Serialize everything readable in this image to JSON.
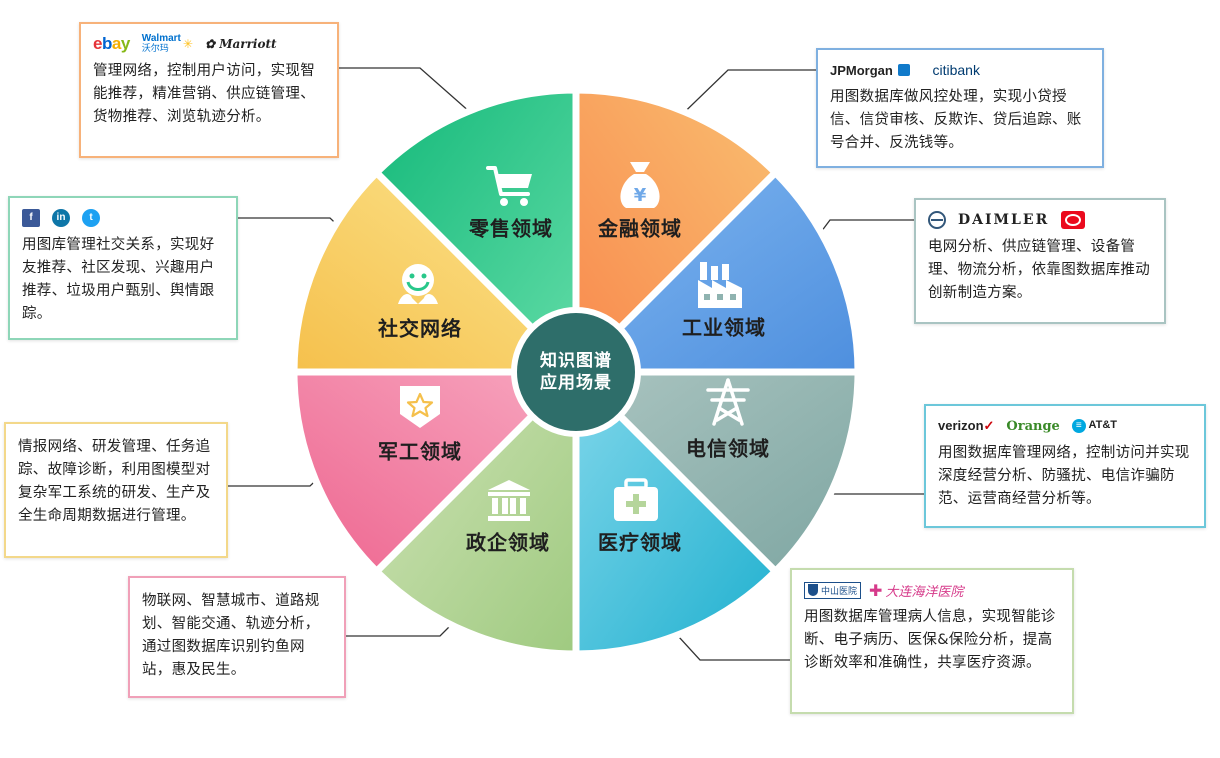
{
  "center": {
    "line1": "知识图谱",
    "line2": "应用场景"
  },
  "segments": [
    {
      "key": "retail",
      "label": "零售领域",
      "icon": "shopping-cart-icon",
      "color": "#f7a45c"
    },
    {
      "key": "finance",
      "label": "金融领域",
      "icon": "money-bag-icon",
      "color": "#6fa8e8"
    },
    {
      "key": "industry",
      "label": "工业领域",
      "icon": "factory-icon",
      "color": "#8fb3b0"
    },
    {
      "key": "telecom",
      "label": "电信领域",
      "icon": "transmission-tower-icon",
      "color": "#3cbad6"
    },
    {
      "key": "medical",
      "label": "医疗领域",
      "icon": "first-aid-kit-icon",
      "color": "#b5d59b"
    },
    {
      "key": "government",
      "label": "政企领域",
      "icon": "government-building-icon",
      "color": "#f17ea0"
    },
    {
      "key": "military",
      "label": "军工领域",
      "icon": "star-badge-icon",
      "color": "#f7d06e"
    },
    {
      "key": "social",
      "label": "社交网络",
      "icon": "people-icon",
      "color": "#28c78a"
    }
  ],
  "boxes": {
    "retail": {
      "logos": [
        "ebay",
        "Walmart",
        "沃尔玛",
        "Marriott"
      ],
      "text": "管理网络，控制用户访问，实现智能推荐，精准营销、供应链管理、货物推荐、浏览轨迹分析。",
      "border": "#f7b27a"
    },
    "finance": {
      "logos": [
        "JPMorgan",
        "citibank"
      ],
      "text": "用图数据库做风控处理，实现小贷授信、信贷审核、反欺诈、贷后追踪、账号合并、反洗钱等。",
      "border": "#7fb0e0"
    },
    "industry": {
      "logos": [
        "DAIMLER"
      ],
      "text": "电网分析、供应链管理、设备管理、物流分析，依靠图数据库推动创新制造方案。",
      "border": "#a9c4c2"
    },
    "telecom": {
      "logos": [
        "verizon",
        "Orange",
        "AT&T"
      ],
      "text": "用图数据库管理网络，控制访问并实现深度经营分析、防骚扰、电信诈骗防范、运营商经营分析等。",
      "border": "#6cc7da"
    },
    "medical": {
      "logos": [
        "中山医院",
        "大连海洋医院"
      ],
      "text": "用图数据库管理病人信息，实现智能诊断、电子病历、医保&保险分析，提高诊断效率和准确性，共享医疗资源。",
      "border": "#c5dcae"
    },
    "government": {
      "logos": [],
      "text": "物联网、智慧城市、道路规划、智能交通、轨迹分析，通过图数据库识别钓鱼网站，惠及民生。",
      "border": "#f0a0b8"
    },
    "military": {
      "logos": [],
      "text": "情报网络、研发管理、任务追踪、故障诊断，利用图模型对复杂军工系统的研发、生产及全生命周期数据进行管理。",
      "border": "#f3d88a"
    },
    "social": {
      "logos": [
        "f",
        "in",
        "t"
      ],
      "text": "用图库管理社交关系，实现好友推荐、社区发现、兴趣用户推荐、垃圾用户甄别、舆情跟踪。",
      "border": "#8ed6b8"
    }
  },
  "colors": {
    "center": "#2e6e6a",
    "connector": "#333333"
  }
}
